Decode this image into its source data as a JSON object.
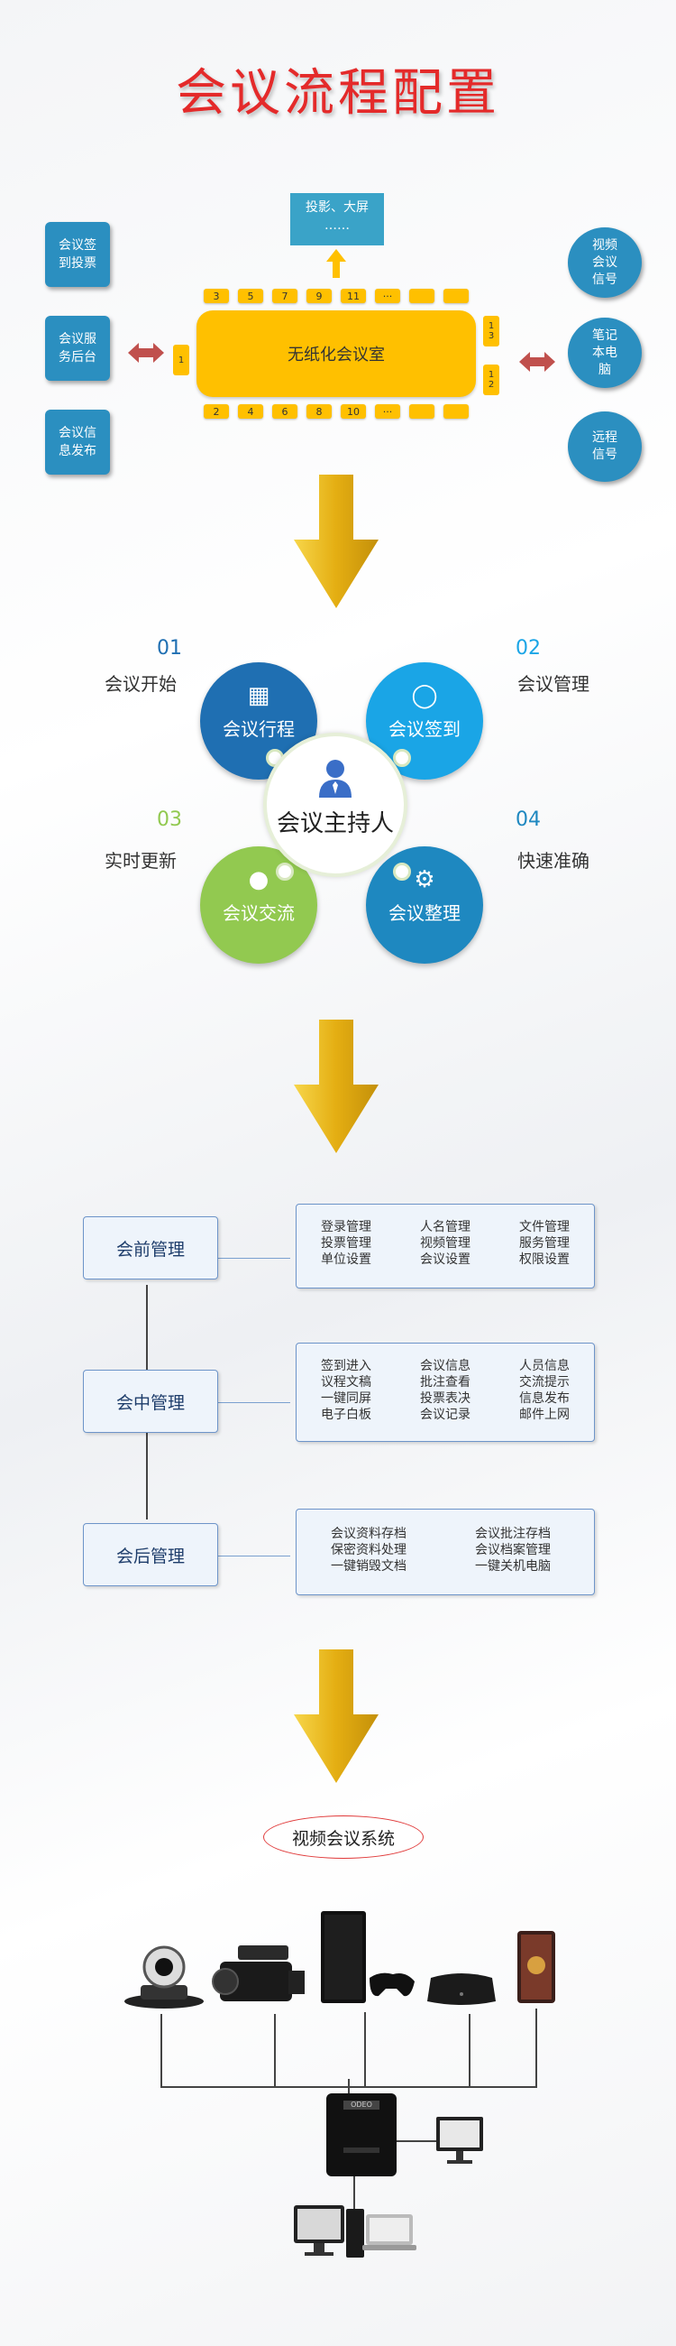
{
  "title": "会议流程配置",
  "section1": {
    "left_boxes": [
      {
        "lines": [
          "会议签",
          "到投票"
        ]
      },
      {
        "lines": [
          "会议服",
          "务后台"
        ]
      },
      {
        "lines": [
          "会议信",
          "息发布"
        ]
      }
    ],
    "right_boxes": [
      {
        "lines": [
          "视频",
          "会议",
          "信号"
        ]
      },
      {
        "lines": [
          "笔记",
          "本电",
          "脑"
        ]
      },
      {
        "lines": [
          "远程",
          "信号"
        ]
      }
    ],
    "projector": {
      "line1": "投影、大屏",
      "line2": "……"
    },
    "table_label": "无纸化会议室",
    "top_seats": [
      "3",
      "5",
      "7",
      "9",
      "11",
      "···",
      "",
      ""
    ],
    "bottom_seats": [
      "2",
      "4",
      "6",
      "8",
      "10",
      "···",
      "",
      ""
    ],
    "left_seat": "1",
    "right_seat_top": [
      "1",
      "3"
    ],
    "right_seat_bottom": [
      "1",
      "2"
    ]
  },
  "section2": {
    "items": [
      {
        "num": "01",
        "label": "会议开始",
        "circle": "会议行程",
        "color": "#1f6fb2"
      },
      {
        "num": "02",
        "label": "会议管理",
        "circle": "会议签到",
        "color": "#1aa5e6"
      },
      {
        "num": "03",
        "label": "实时更新",
        "circle": "会议交流",
        "color": "#92c950"
      },
      {
        "num": "04",
        "label": "快速准确",
        "circle": "会议整理",
        "color": "#1e88c0"
      }
    ],
    "num_colors": {
      "01": "#1f6fb2",
      "02": "#1aa5e6",
      "03": "#92c950",
      "04": "#1e88c0"
    },
    "center": "会议主持人"
  },
  "section3": {
    "stages": [
      {
        "name": "会前管理",
        "rows": [
          [
            "登录管理",
            "人名管理",
            "文件管理"
          ],
          [
            "投票管理",
            "视频管理",
            "服务管理"
          ],
          [
            "单位设置",
            "会议设置",
            "权限设置"
          ]
        ]
      },
      {
        "name": "会中管理",
        "rows": [
          [
            "签到进入",
            "会议信息",
            "人员信息"
          ],
          [
            "议程文稿",
            "批注查看",
            "交流提示"
          ],
          [
            "一键同屏",
            "投票表决",
            "信息发布"
          ],
          [
            "电子白板",
            "会议记录",
            "邮件上网"
          ]
        ]
      },
      {
        "name": "会后管理",
        "rows": [
          [
            "会议资料存档",
            "会议批注存档"
          ],
          [
            "保密资料处理",
            "会议档案管理"
          ],
          [
            "一键销毁文档",
            "一键关机电脑"
          ]
        ]
      }
    ]
  },
  "section4": {
    "label": "视频会议系统",
    "devices": [
      "camera-icon",
      "camcorder-icon",
      "game-console-icon",
      "set-top-box-icon",
      "phone-icon"
    ],
    "host_brand": "ODEO"
  }
}
